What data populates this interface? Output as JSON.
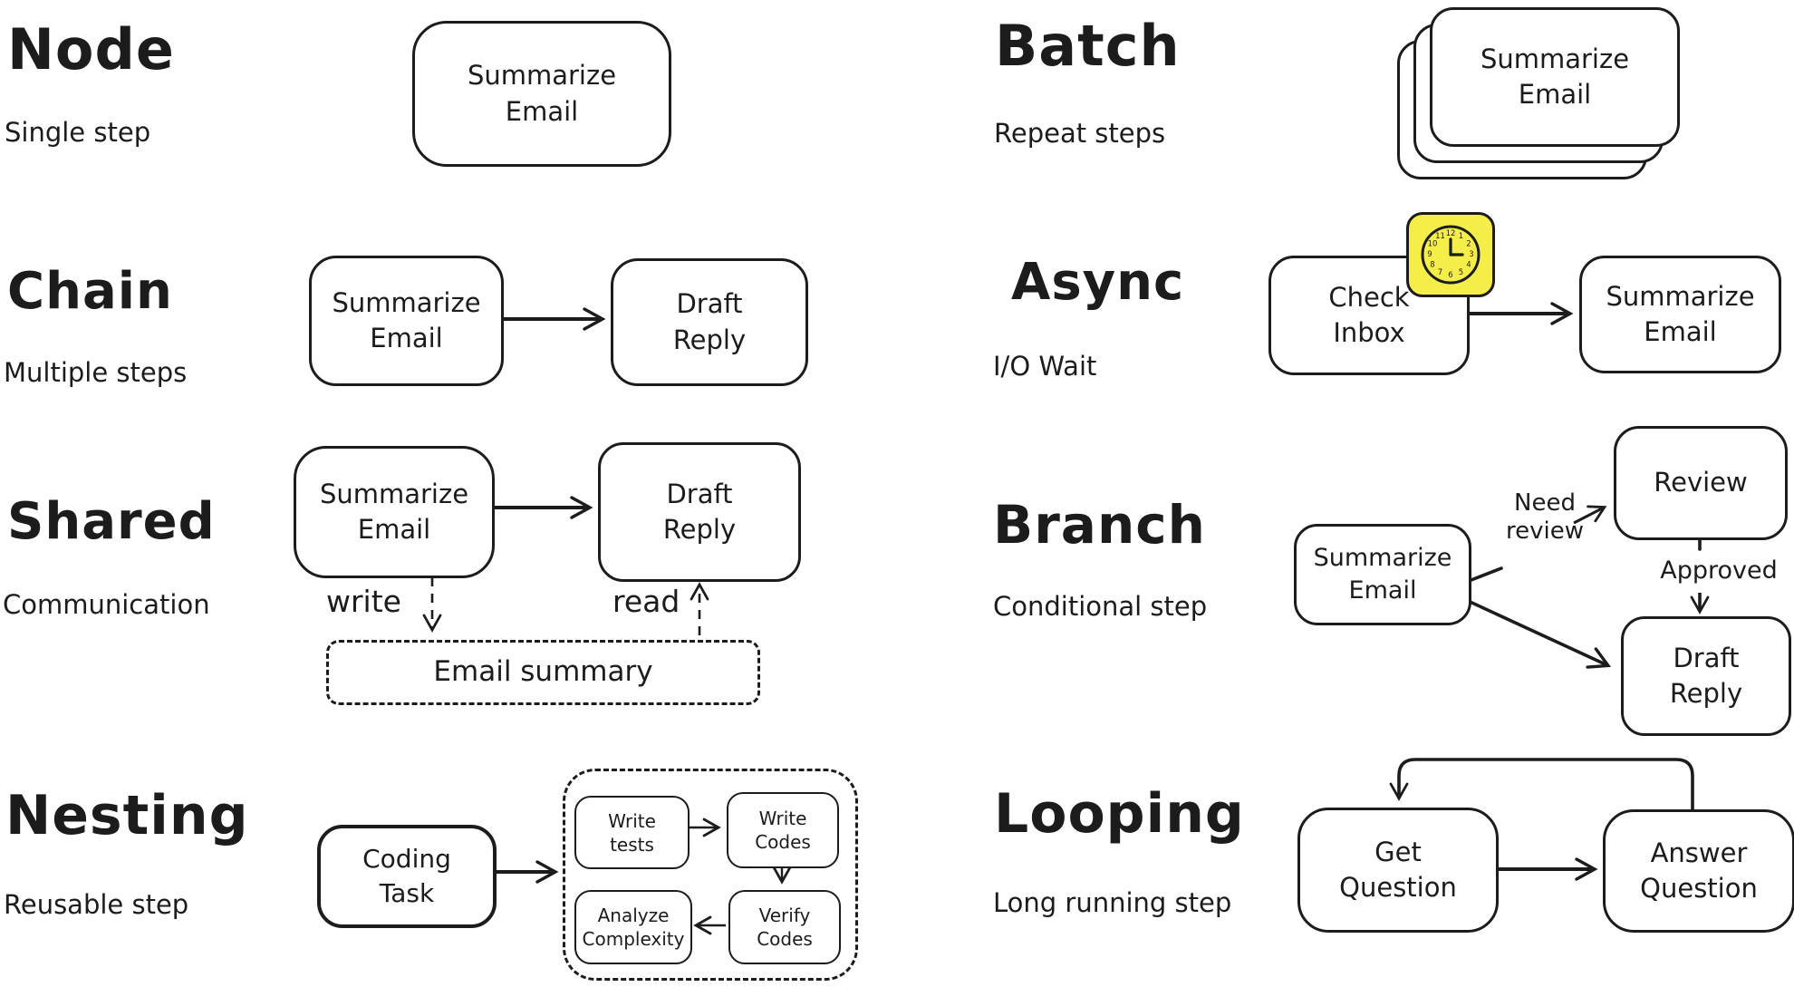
{
  "colors": {
    "ink": "#1c1c1c",
    "background": "#ffffff",
    "clock_bg": "#f6ee48"
  },
  "sections": {
    "node": {
      "title": "Node",
      "subtitle": "Single step",
      "step_box": "Summarize\nEmail"
    },
    "chain": {
      "title": "Chain",
      "subtitle": "Multiple steps",
      "step1_box": "Summarize\nEmail",
      "step2_box": "Draft\nReply"
    },
    "shared": {
      "title": "Shared",
      "subtitle": "Communication",
      "step1_box": "Summarize\nEmail",
      "step2_box": "Draft\nReply",
      "write_label": "write",
      "read_label": "read",
      "store_box": "Email summary"
    },
    "nesting": {
      "title": "Nesting",
      "subtitle": "Reusable step",
      "outer_box": "Coding\nTask",
      "inner_boxes": {
        "write_tests": "Write\ntests",
        "write_codes": "Write\nCodes",
        "analyze_complexity": "Analyze\nComplexity",
        "verify_codes": "Verify\nCodes"
      }
    },
    "batch": {
      "title": "Batch",
      "subtitle": "Repeat steps",
      "step_box": "Summarize\nEmail"
    },
    "async": {
      "title": "Async",
      "subtitle": "I/O Wait",
      "step1_box": "Check\nInbox",
      "step2_box": "Summarize\nEmail",
      "clock": {
        "icon": "clock-icon",
        "numbers": [
          "12",
          "1",
          "2",
          "3",
          "4",
          "5",
          "6",
          "7",
          "8",
          "9",
          "10",
          "11"
        ]
      }
    },
    "branch": {
      "title": "Branch",
      "subtitle": "Conditional step",
      "source_box": "Summarize\nEmail",
      "review_box": "Review",
      "target_box": "Draft\nReply",
      "need_review_label": "Need\nreview",
      "approved_label": "Approved"
    },
    "looping": {
      "title": "Looping",
      "subtitle": "Long running step",
      "step1_box": "Get\nQuestion",
      "step2_box": "Answer\nQuestion"
    }
  }
}
